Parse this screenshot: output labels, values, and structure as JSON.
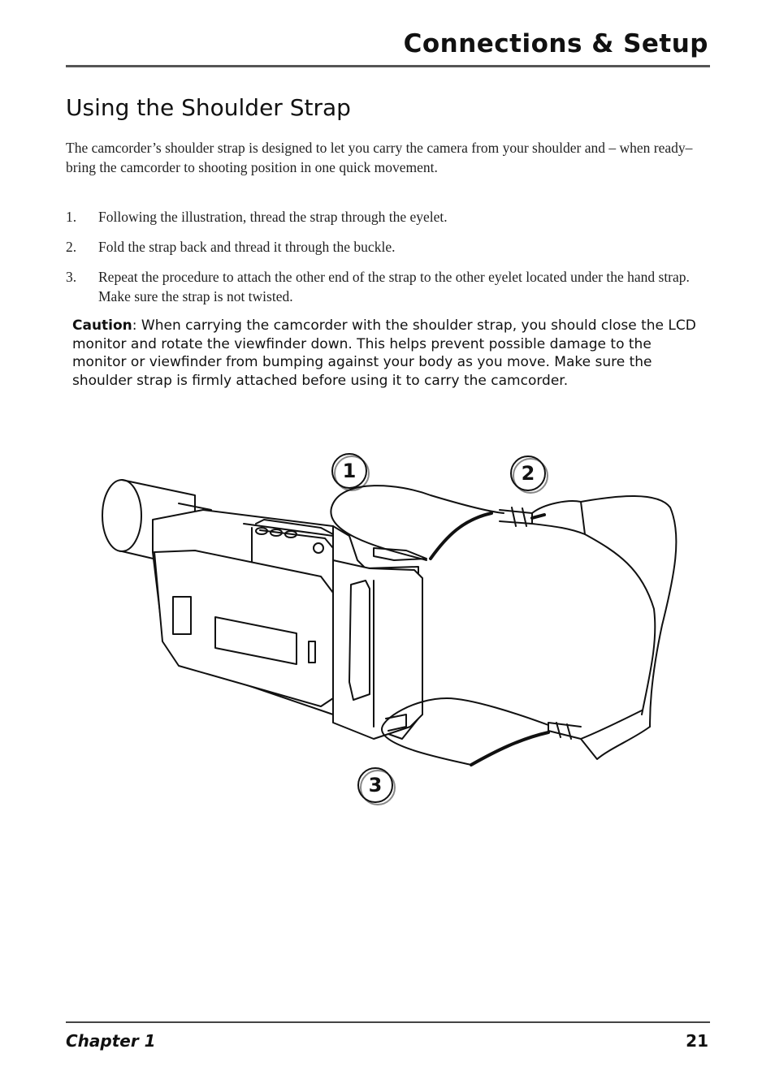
{
  "header": {
    "title": "Connections & Setup"
  },
  "section": {
    "title": "Using the Shoulder Strap",
    "intro": "The camcorder’s shoulder strap is designed to let you carry the camera from your shoulder and – when ready– bring the camcorder to shooting position in one quick movement."
  },
  "steps": [
    {
      "num": "1.",
      "text": "Following the illustration, thread the strap through the eyelet."
    },
    {
      "num": "2.",
      "text": "Fold the strap back and thread it through the buckle."
    },
    {
      "num": "3.",
      "text": "Repeat the procedure to attach the other end of the strap to the other eyelet located under the hand strap. Make sure the strap is not twisted."
    }
  ],
  "caution": {
    "label": "Caution",
    "text": ": When carrying the camcorder with the shoulder strap, you should close the LCD monitor and rotate the viewfinder down. This helps prevent possible damage to the monitor or viewfinder from bumping against your body as you move. Make sure the shoulder strap is firmly attached before using it to carry the camcorder."
  },
  "figure": {
    "callouts": [
      "1",
      "2",
      "3"
    ]
  },
  "footer": {
    "chapter": "Chapter 1",
    "page": "21"
  }
}
